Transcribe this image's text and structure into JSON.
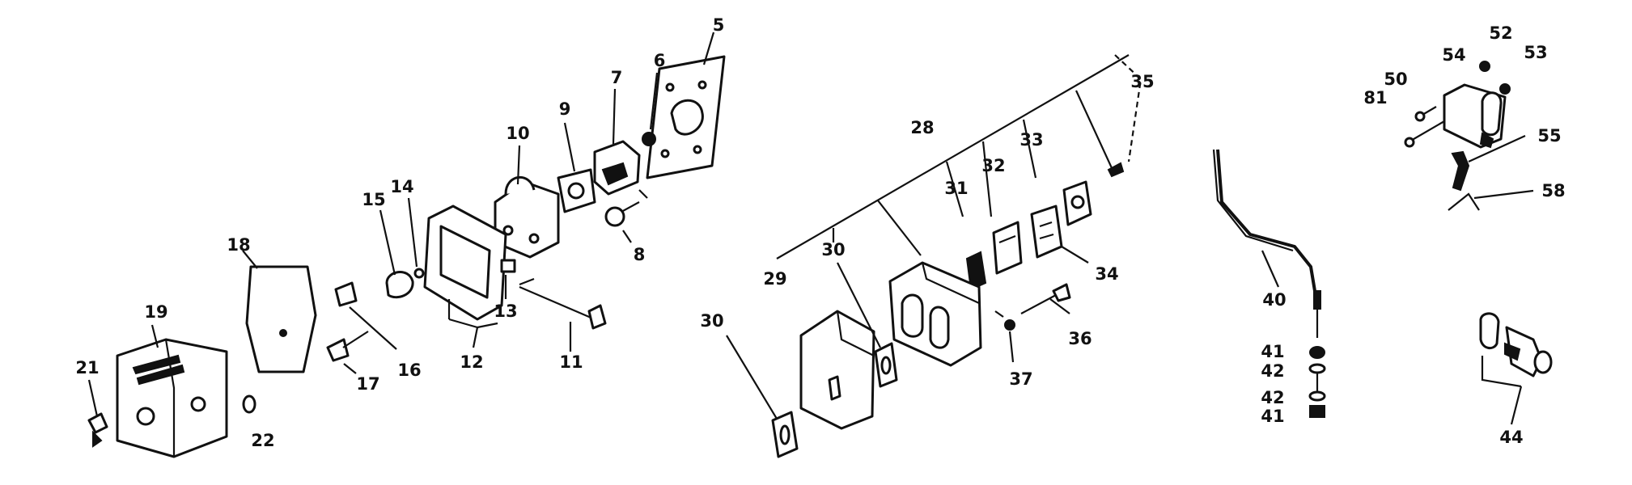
{
  "diagram": {
    "labels": [
      "5",
      "6",
      "7",
      "9",
      "10",
      "8",
      "14",
      "15",
      "18",
      "13",
      "11",
      "12",
      "16",
      "19",
      "17",
      "21",
      "22",
      "28",
      "35",
      "33",
      "32",
      "31",
      "34",
      "29",
      "30",
      "30",
      "36",
      "37",
      "40",
      "41",
      "42",
      "42",
      "41",
      "52",
      "53",
      "54",
      "50",
      "81",
      "55",
      "58",
      "44"
    ]
  }
}
